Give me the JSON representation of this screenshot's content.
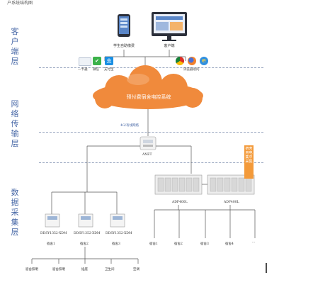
{
  "title_fragment": "户系统结构图",
  "layers": {
    "client": "客户端层",
    "network": "网络传输层",
    "data": "数据采集层"
  },
  "top": {
    "phone_label": "学生自助缴费",
    "pc_label": "客户端",
    "pay_items": [
      "一卡通",
      "微信",
      "支付宝"
    ],
    "browser_label": "浏览器访问"
  },
  "cloud_text": "预付费宿舍电控系统",
  "network": {
    "link_label": "4G/有线网络",
    "gateway": "ANET"
  },
  "side_badge": "宿舍用电集中采集",
  "meters_left": [
    "DDSY1352-XDM",
    "DDSY1352-XDM",
    "DDSY1352-XDM"
  ],
  "dorms_left": [
    "宿舍1",
    "宿舍2",
    "宿舍3"
  ],
  "loads": [
    "宿舍照明",
    "宿舍照明",
    "插座",
    "卫生间",
    "空调"
  ],
  "adf": [
    "ADF400L",
    "ADF400L"
  ],
  "dorms_right": [
    "宿舍1",
    "宿舍2",
    "宿舍3",
    "宿舍4",
    "..."
  ],
  "colors": {
    "accent": "#4a6aa8",
    "cloud": "#f08a3c",
    "badge": "#f39a3a"
  }
}
